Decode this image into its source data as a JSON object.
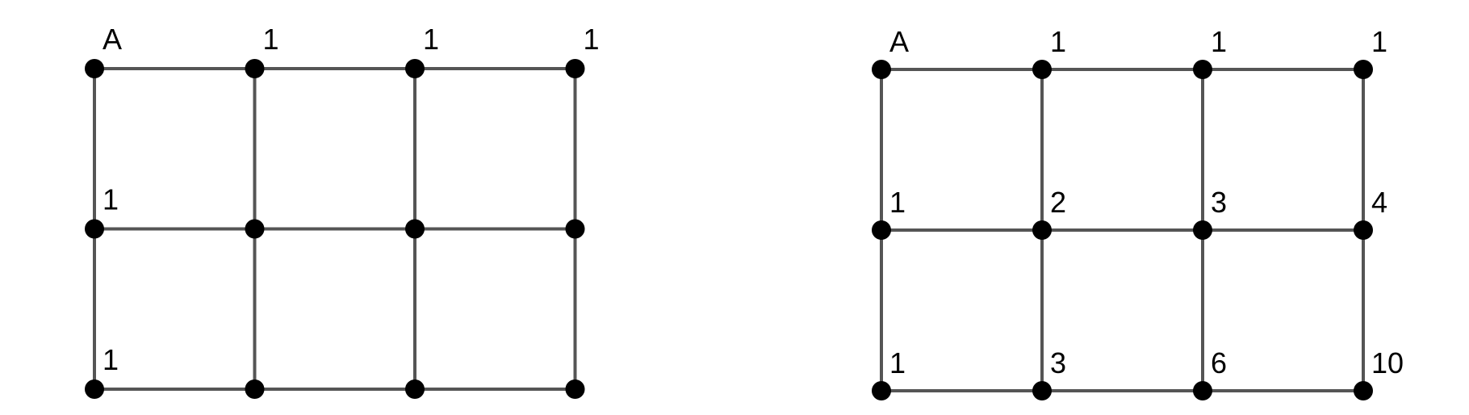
{
  "grids": [
    {
      "rows": 3,
      "cols": 4,
      "labels": [
        {
          "row": 0,
          "col": 0,
          "text": "A"
        },
        {
          "row": 0,
          "col": 1,
          "text": "1"
        },
        {
          "row": 0,
          "col": 2,
          "text": "1"
        },
        {
          "row": 0,
          "col": 3,
          "text": "1"
        },
        {
          "row": 1,
          "col": 0,
          "text": "1"
        },
        {
          "row": 2,
          "col": 0,
          "text": "1"
        }
      ]
    },
    {
      "rows": 3,
      "cols": 4,
      "labels": [
        {
          "row": 0,
          "col": 0,
          "text": "A"
        },
        {
          "row": 0,
          "col": 1,
          "text": "1"
        },
        {
          "row": 0,
          "col": 2,
          "text": "1"
        },
        {
          "row": 0,
          "col": 3,
          "text": "1"
        },
        {
          "row": 1,
          "col": 0,
          "text": "1"
        },
        {
          "row": 1,
          "col": 1,
          "text": "2"
        },
        {
          "row": 1,
          "col": 2,
          "text": "3"
        },
        {
          "row": 1,
          "col": 3,
          "text": "4"
        },
        {
          "row": 2,
          "col": 0,
          "text": "1"
        },
        {
          "row": 2,
          "col": 1,
          "text": "3"
        },
        {
          "row": 2,
          "col": 2,
          "text": "6"
        },
        {
          "row": 2,
          "col": 3,
          "text": "10"
        }
      ]
    }
  ]
}
